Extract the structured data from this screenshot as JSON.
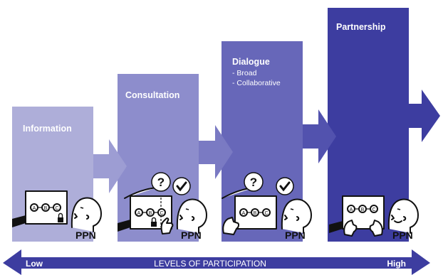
{
  "steps": [
    {
      "title": "Information",
      "bullets": [],
      "person": "PPN"
    },
    {
      "title": "Consultation",
      "bullets": [],
      "person": "PPN"
    },
    {
      "title": "Dialogue",
      "bullets": [
        "- Broad",
        "- Collaborative"
      ],
      "person": "PPN"
    },
    {
      "title": "Partnership",
      "bullets": [],
      "person": "PPN"
    }
  ],
  "flow_nodes": [
    "A",
    "B",
    "C"
  ],
  "axis": {
    "low": "Low",
    "label": "LEVELS OF PARTICIPATION",
    "high": "High"
  },
  "colors": {
    "info": "#aeaed9",
    "consult": "#8d8dcc",
    "dialogue": "#6767b9",
    "partner": "#3d3da0",
    "axis": "#3d3da0"
  },
  "icons": [
    "lock-icon",
    "question-bubble-icon",
    "checkmark-bubble-icon",
    "hand-icon",
    "person-head-icon"
  ]
}
